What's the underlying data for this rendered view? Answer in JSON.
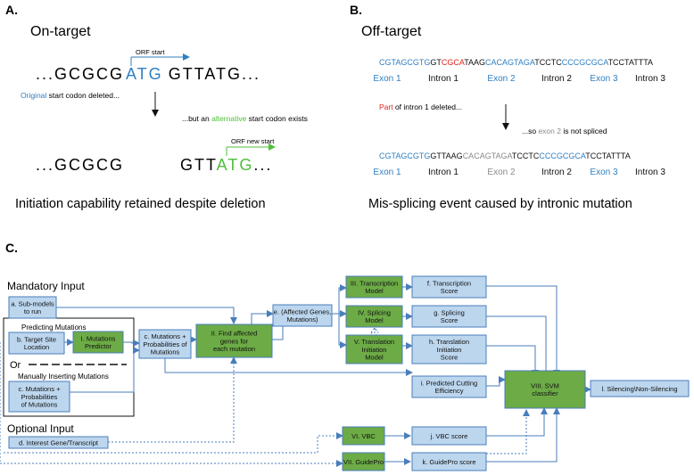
{
  "panelA": {
    "letter": "A.",
    "title": "On-target",
    "orf_start": "ORF start",
    "seq1_prefix": "...GCGCG",
    "seq1_atg": "ATG",
    "seq1_suffix": "GTTATG...",
    "desc_original": "Original",
    "desc_rest": " start codon deleted...",
    "desc2_prefix": "...but an ",
    "desc2_alt": "alternative",
    "desc2_suffix": " start codon exists",
    "orf_new_start": "ORF new start",
    "seq2_prefix": "...GCGCG",
    "seq2_gtt": "GTT",
    "seq2_atg": "ATG",
    "seq2_suffix": "...",
    "caption": "Initiation capability retained despite deletion"
  },
  "panelB": {
    "letter": "B.",
    "title": "Off-target",
    "seq1": [
      {
        "text": "CGTAGCGTG",
        "color": "#2f7fc1"
      },
      {
        "text": "GT",
        "color": "#111111"
      },
      {
        "text": "CGCA",
        "color": "#e0241b"
      },
      {
        "text": "TAAG",
        "color": "#111111"
      },
      {
        "text": "CACAGTAGA",
        "color": "#2f7fc1"
      },
      {
        "text": "TCCTC",
        "color": "#111111"
      },
      {
        "text": "CCCGCGCA",
        "color": "#2f7fc1"
      },
      {
        "text": "TCCTATTTA",
        "color": "#111111"
      }
    ],
    "labels1": [
      {
        "text": "Exon 1",
        "color": "#2f7fc1"
      },
      {
        "text": "Intron 1",
        "color": "#111111"
      },
      {
        "text": "Exon 2",
        "color": "#2f7fc1"
      },
      {
        "text": "Intron 2",
        "color": "#111111"
      },
      {
        "text": "Exon 3",
        "color": "#2f7fc1"
      },
      {
        "text": "Intron 3",
        "color": "#111111"
      }
    ],
    "desc_part": "Part",
    "desc_rest": " of intron 1 deleted...",
    "desc2_prefix": "...so ",
    "desc2_exon": "exon 2",
    "desc2_suffix": " is not spliced",
    "seq2": [
      {
        "text": "CGTAGCGTG",
        "color": "#2f7fc1"
      },
      {
        "text": "GT",
        "color": "#111111"
      },
      {
        "text": "TAAG",
        "color": "#111111"
      },
      {
        "text": "CACAGTAGA",
        "color": "#8a8a8a"
      },
      {
        "text": "TCCTC",
        "color": "#111111"
      },
      {
        "text": "CCCGCGCA",
        "color": "#2f7fc1"
      },
      {
        "text": "TCCTATTTA",
        "color": "#111111"
      }
    ],
    "labels2": [
      {
        "text": "Exon 1",
        "color": "#2f7fc1"
      },
      {
        "text": "Intron 1",
        "color": "#111111"
      },
      {
        "text": "Exon 2",
        "color": "#8a8a8a"
      },
      {
        "text": "Intron 2",
        "color": "#111111"
      },
      {
        "text": "Exon 3",
        "color": "#2f7fc1"
      },
      {
        "text": "Intron 3",
        "color": "#111111"
      }
    ],
    "caption": "Mis-splicing event caused by intronic mutation"
  },
  "panelC": {
    "letter": "C.",
    "mandatory_input": "Mandatory Input",
    "optional_input": "Optional Input",
    "predicting_mutations": "Predicting Mutations",
    "or": "Or",
    "manually_inserting": "Manually Inserting Mutations",
    "a": [
      "a. Sub-models",
      "to run"
    ],
    "b": [
      "b. Target Site",
      "Location"
    ],
    "I": [
      "I. Mutations",
      "Predictor"
    ],
    "c1": [
      "c. Mutations +",
      "Probabilities",
      "of Mutations"
    ],
    "c2": [
      "c. Mutations +",
      "Probabilities of",
      "Mutations"
    ],
    "d": [
      "d. Interest Gene/Transcript"
    ],
    "II": [
      "II. Find affected",
      "genes for",
      "each mutation"
    ],
    "e": [
      "e. (Affected Genes,",
      "Mutations)"
    ],
    "III": [
      "III. Transcription",
      "Model"
    ],
    "IV": [
      "IV. Splicing",
      "Model"
    ],
    "V": [
      "V. Translation",
      "Initiation",
      "Model"
    ],
    "f": [
      "f. Transcription",
      "Score"
    ],
    "g": [
      "g. Splicing",
      "Score"
    ],
    "h": [
      "h. Translation",
      "Initiation",
      "Score"
    ],
    "i": [
      "i. Predicted Cutting",
      "Efficiency"
    ],
    "VI": [
      "VI. VBC"
    ],
    "VII": [
      "VII. GuidePro"
    ],
    "j": [
      "j. VBC score"
    ],
    "k": [
      "k. GuidePro score"
    ],
    "VIII": [
      "VIII. SVM",
      "classifier"
    ],
    "l": [
      "l. Silencing\\Non-Silencing"
    ]
  },
  "colors": {
    "blue_text": "#2f7fc1",
    "green_text": "#4fbf3a",
    "red_text": "#e0241b",
    "grey_text": "#8a8a8a",
    "light_box": "#bcd6ee",
    "green_box": "#6cab46",
    "arrow": "#4a7ebb"
  }
}
